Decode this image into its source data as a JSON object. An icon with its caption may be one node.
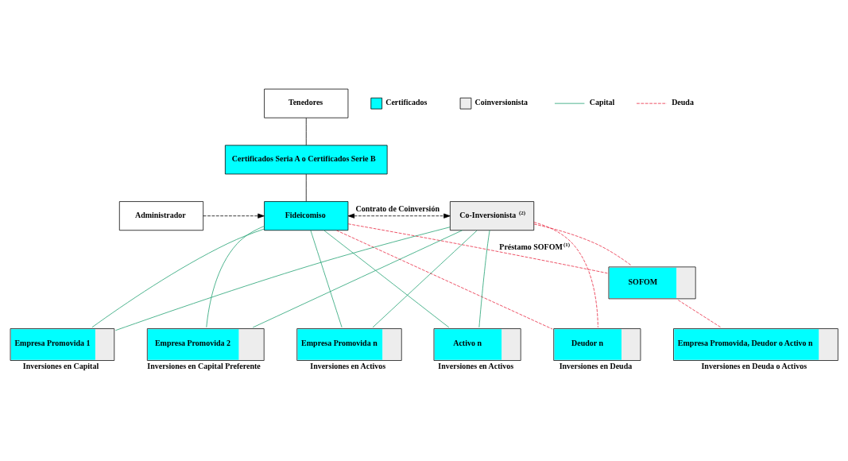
{
  "diagram": {
    "nodes": [
      {
        "text": [
          "Tenedores"
        ]
      },
      {
        "text": [
          "Certificados Seria A o Certificados Serie B"
        ]
      },
      {
        "text": [
          "Administrador"
        ]
      },
      {
        "text": [
          "Fideicomiso"
        ]
      },
      {
        "text": [
          "Co-Inversionista$^{(2)}$"
        ]
      },
      {
        "text": [
          "SOFOM"
        ]
      },
      {
        "text": [
          "Empresa Promovida 1"
        ],
        "beside": [
          "Inversiones en Capital"
        ]
      },
      {
        "text": [
          "Empresa Promovida 2"
        ],
        "beside": [
          "Inversiones en Capital Preferente"
        ]
      },
      {
        "text": [
          "Empresa Promovida n"
        ],
        "beside": [
          "Inversiones en Activos"
        ]
      },
      {
        "text": [
          "Activo n"
        ],
        "beside": [
          "Inversiones en Activos"
        ]
      },
      {
        "text": [
          "Deudor n"
        ],
        "beside": [
          "Inversiones en Deuda"
        ]
      },
      {
        "text": [
          "Empresa Promovida, Deudor o Activo n"
        ],
        "beside": [
          "Inversiones en Deuda o Activos"
        ]
      }
    ],
    "edges": [
      {
        "from": 0,
        "to": 1,
        "arrow": "none",
        "color": "#000000"
      },
      {
        "from": 1,
        "to": 3,
        "arrow": "none",
        "color": "#000000"
      },
      {
        "from": 2,
        "to": 3,
        "arrow": "to",
        "style": "dashed",
        "color": "#000000"
      },
      {
        "from": 3,
        "to": 4,
        "arrow": "both",
        "style": "dashed",
        "color": "#000000",
        "label": "Contrato de Coinversión"
      },
      {
        "from": 3,
        "to": 6,
        "arrow": "none"
      },
      {
        "from": 3,
        "to": 7,
        "arrow": "none"
      },
      {
        "from": 3,
        "to": 8,
        "arrow": "none"
      },
      {
        "from": 3,
        "to": 9,
        "arrow": "none"
      },
      {
        "from": 3,
        "to": 10,
        "arrow": "none",
        "style": "dashed",
        "color": "#e8203a"
      },
      {
        "from": 3,
        "to": 5,
        "arrow": "none",
        "style": "dashed",
        "color": "#e8203a",
        "label": "Préstamo SOFOM$^{(1)}$"
      },
      {
        "from": 4,
        "to": 6,
        "arrow": "none"
      },
      {
        "from": 4,
        "to": 7,
        "arrow": "none"
      },
      {
        "from": 4,
        "to": 8,
        "arrow": "none"
      },
      {
        "from": 4,
        "to": 9,
        "arrow": "none"
      },
      {
        "from": 4,
        "to": 10,
        "arrow": "none",
        "style": "dashed",
        "color": "#e8203a"
      },
      {
        "from": 4,
        "to": 5,
        "arrow": "none",
        "style": "dashed",
        "color": "#e8203a"
      },
      {
        "from": 5,
        "to": 11,
        "arrow": "none",
        "style": "dashed",
        "color": "#e8203a"
      }
    ],
    "legend": [
      {
        "text": "Certificados",
        "color": "#00ffff"
      },
      {
        "text": "Coinversionista",
        "color": "#ededed"
      },
      {
        "text": "Capital"
      },
      {
        "text": "Deuda"
      }
    ]
  }
}
